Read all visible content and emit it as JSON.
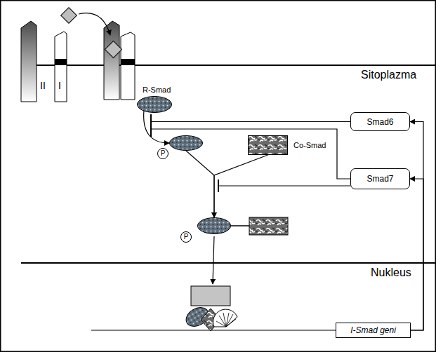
{
  "diagram": {
    "nodes": [
      {
        "text": [
          "R-Smad"
        ]
      },
      {
        "text": [
          "Smad6"
        ]
      },
      {
        "text": [
          "P"
        ]
      },
      {
        "text": [
          "Co-Smad"
        ]
      },
      {
        "text": [
          "Smad7"
        ]
      },
      {
        "text": [
          "P"
        ]
      },
      {
        "text": [
          "I-Smad geni"
        ]
      }
    ],
    "edges": [
      {
        "from": 0,
        "to": 2,
        "arrow": "to"
      },
      {
        "from": 2,
        "to": 5,
        "arrow": "to"
      },
      {
        "from": 3,
        "to": 5,
        "arrow": "to"
      },
      {
        "from": 1,
        "to": 0,
        "arrow": "to"
      },
      {
        "from": 4,
        "to": 0,
        "arrow": "to"
      },
      {
        "from": 6,
        "to": 1,
        "arrow": "to"
      },
      {
        "from": 6,
        "to": 4,
        "arrow": "to"
      }
    ],
    "labels": [
      "II",
      "I",
      "Sitoplazma",
      "Nukleus"
    ]
  }
}
